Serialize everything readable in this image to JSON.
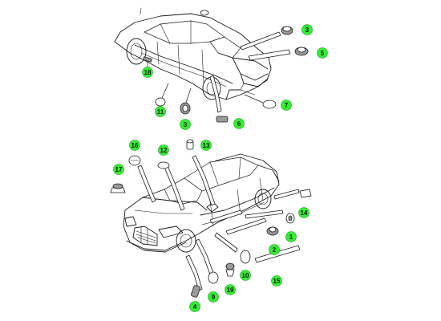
{
  "colors": {
    "callout_fill": "#33ee33",
    "line": "#1a1a1a",
    "background": "#ffffff"
  },
  "callouts": [
    {
      "id": "callout-3-top",
      "label": "3"
    },
    {
      "id": "callout-5",
      "label": "5"
    },
    {
      "id": "callout-18",
      "label": "18"
    },
    {
      "id": "callout-11",
      "label": "11"
    },
    {
      "id": "callout-3-bottom",
      "label": "3"
    },
    {
      "id": "callout-6",
      "label": "6"
    },
    {
      "id": "callout-7",
      "label": "7"
    },
    {
      "id": "callout-16",
      "label": "16"
    },
    {
      "id": "callout-12",
      "label": "12"
    },
    {
      "id": "callout-13",
      "label": "13"
    },
    {
      "id": "callout-17",
      "label": "17"
    },
    {
      "id": "callout-14",
      "label": "14"
    },
    {
      "id": "callout-1",
      "label": "1"
    },
    {
      "id": "callout-2",
      "label": "2"
    },
    {
      "id": "callout-15",
      "label": "15"
    },
    {
      "id": "callout-10",
      "label": "10"
    },
    {
      "id": "callout-19",
      "label": "19"
    },
    {
      "id": "callout-9",
      "label": "9"
    },
    {
      "id": "callout-4",
      "label": "4"
    }
  ]
}
